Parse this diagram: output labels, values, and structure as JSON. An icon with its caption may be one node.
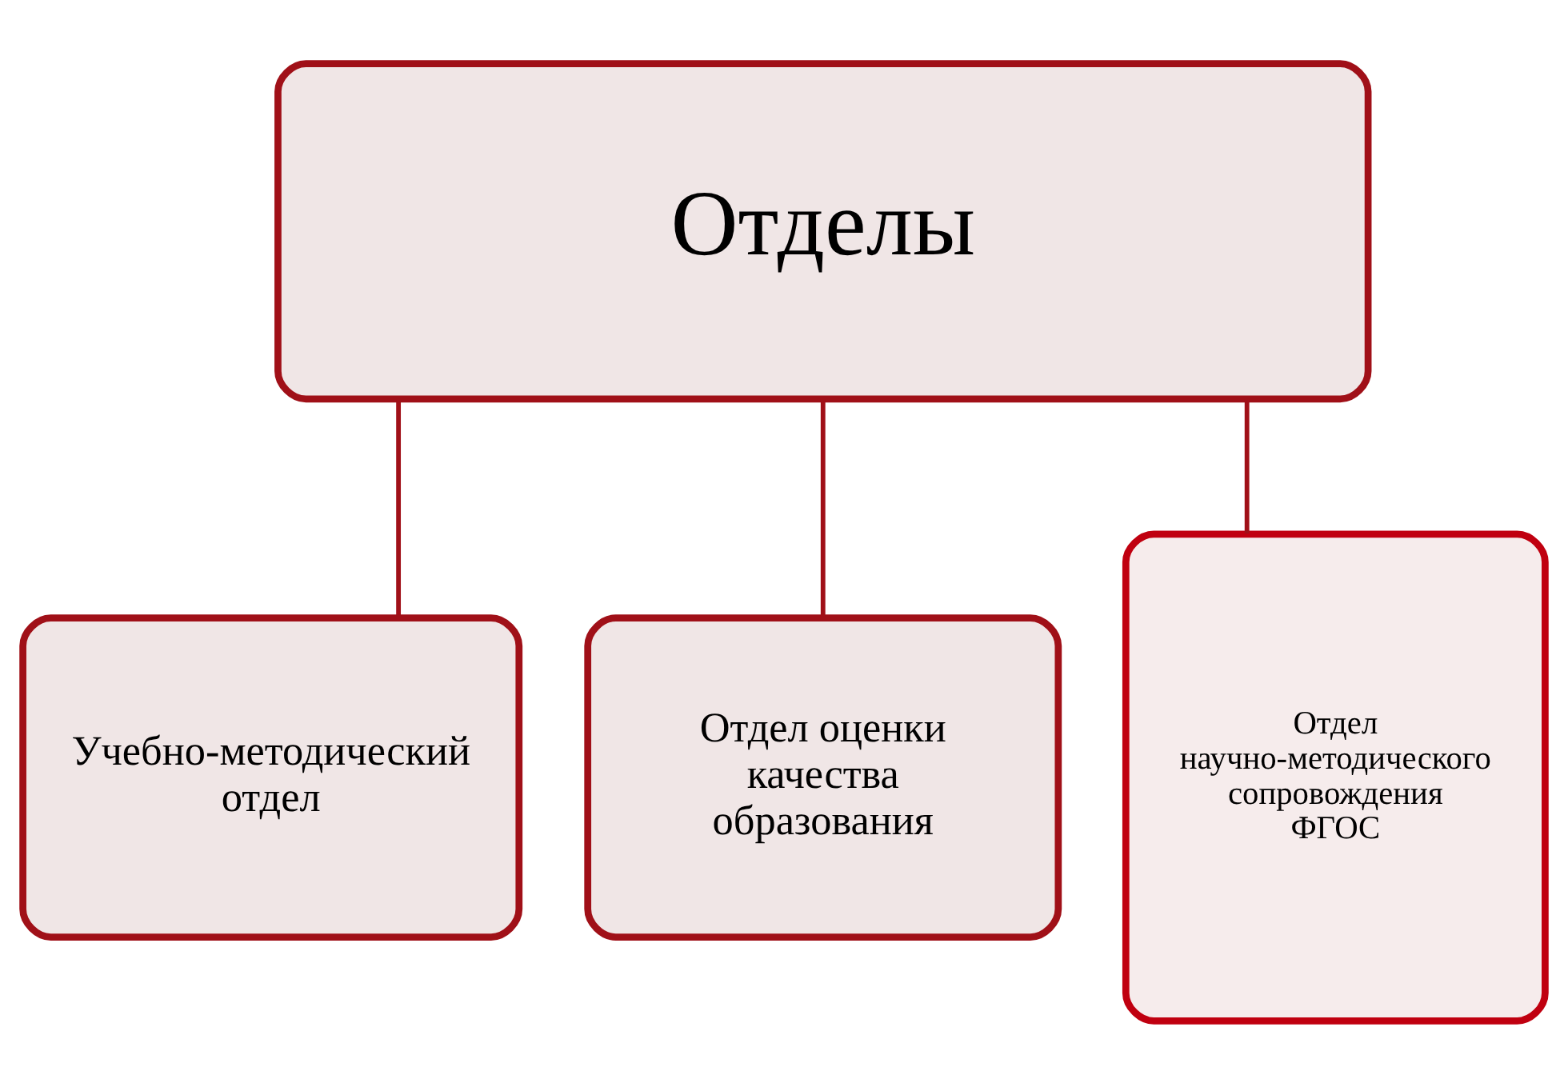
{
  "diagram": {
    "nodes": [
      {
        "text": [
          "Отделы"
        ]
      },
      {
        "text": [
          "Учебно-методический отдел"
        ]
      },
      {
        "text": [
          "Отдел оценки качества образования"
        ]
      },
      {
        "text": [
          "Отдел научно-методического сопровождения ФГОС"
        ]
      }
    ],
    "edges": [
      {
        "from": 0,
        "to": 1,
        "arrow": "none"
      },
      {
        "from": 0,
        "to": 2,
        "arrow": "none"
      },
      {
        "from": 0,
        "to": 3,
        "arrow": "none"
      }
    ]
  }
}
